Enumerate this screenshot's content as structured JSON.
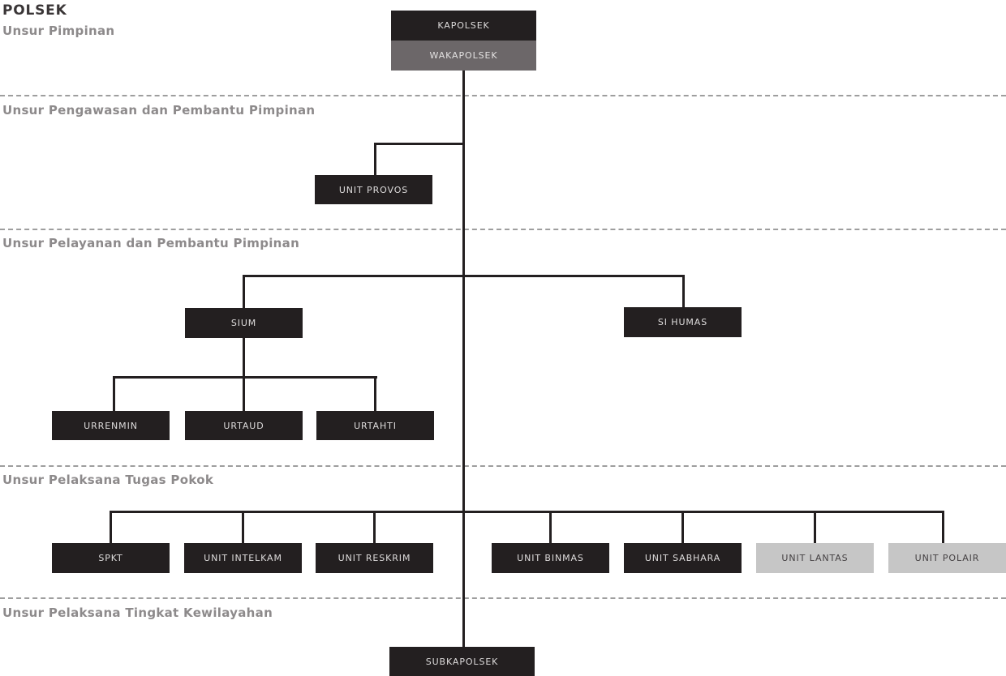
{
  "title": "POLSEK",
  "sections": [
    {
      "label": "Unsur Pimpinan"
    },
    {
      "label": "Unsur Pengawasan dan Pembantu Pimpinan"
    },
    {
      "label": "Unsur Pelayanan dan Pembantu Pimpinan"
    },
    {
      "label": "Unsur Pelaksana Tugas Pokok"
    },
    {
      "label": "Unsur Pelaksana Tingkat Kewilayahan"
    }
  ],
  "nodes": {
    "kapolsek": "KAPOLSEK",
    "wakapolsek": "WAKAPOLSEK",
    "unit_provos": "UNIT PROVOS",
    "sium": "SIUM",
    "si_humas": "SI HUMAS",
    "urrenmin": "URRENMIN",
    "urtaud": "URTAUD",
    "urtahti": "URTAHTI",
    "spkt": "SPKT",
    "unit_intelkam": "UNIT INTELKAM",
    "unit_reskrim": "UNIT RESKRIM",
    "unit_binmas": "UNIT BINMAS",
    "unit_sabhara": "UNIT SABHARA",
    "unit_lantas": "UNIT LANTAS",
    "unit_polair": "UNIT POLAIR",
    "subkapolsek": "SUBKAPOLSEK"
  },
  "colors": {
    "box_dark": "#231f20",
    "box_gray": "#6c6769",
    "box_light": "#c6c6c6",
    "line": "#231f20",
    "divider": "#9e9e9e",
    "section_label": "#8d8a8b",
    "title": "#3a3637"
  }
}
